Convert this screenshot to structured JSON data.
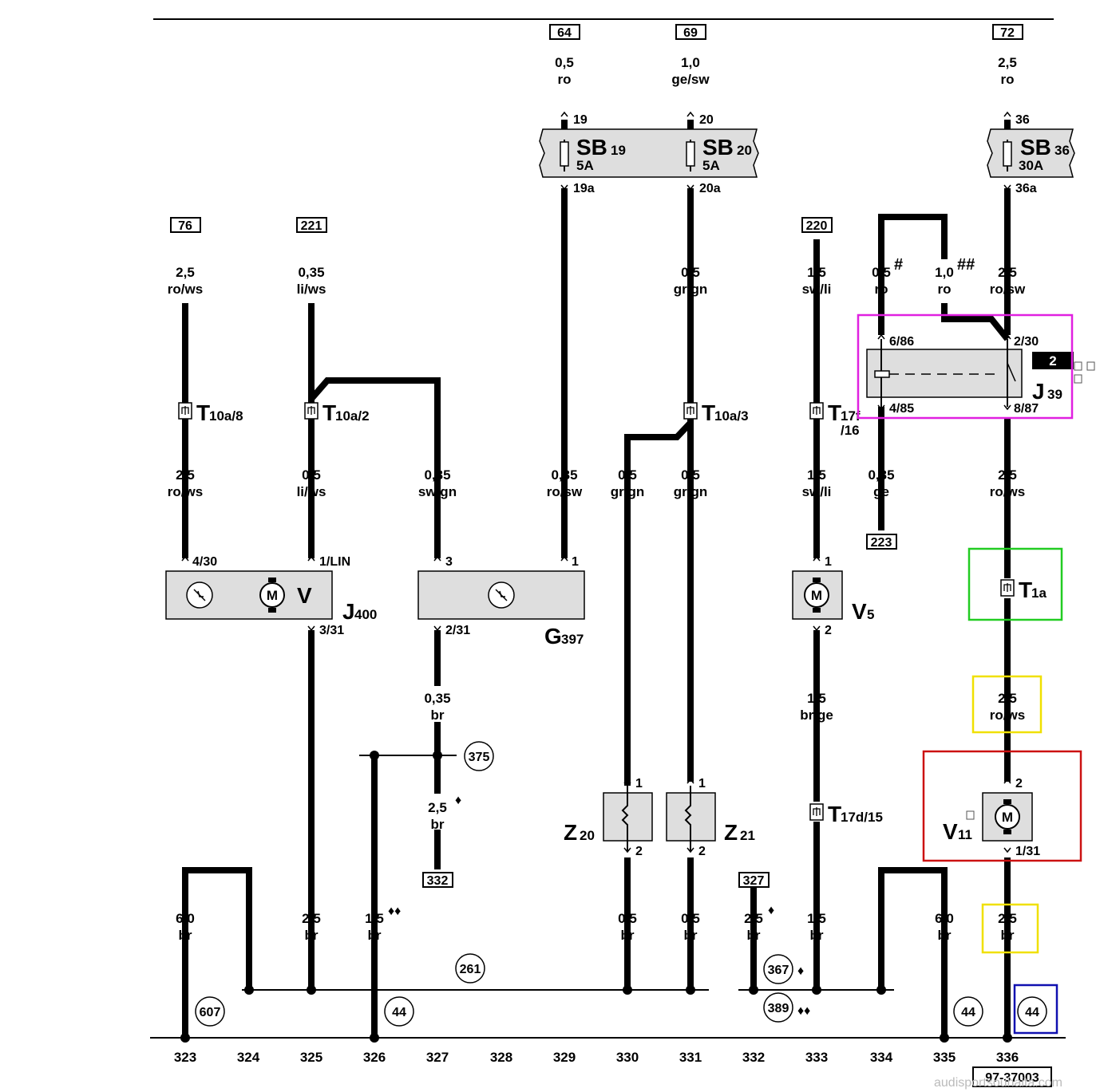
{
  "refs": {
    "r64": "64",
    "r69": "69",
    "r72": "72",
    "r76": "76",
    "r221": "221",
    "r220": "220",
    "r223": "223",
    "r332": "332",
    "r327": "327"
  },
  "wires": {
    "w64": [
      "0,5",
      "ro"
    ],
    "w69": [
      "1,0",
      "ge/sw"
    ],
    "w72": [
      "2,5",
      "ro"
    ],
    "w76": [
      "2,5",
      "ro/ws"
    ],
    "w221": [
      "0,35",
      "li/ws"
    ],
    "w329b": [
      "0,5",
      "gr/gn"
    ],
    "w220": [
      "1,5",
      "sw/li"
    ],
    "w_hash": [
      "0,5",
      "ro"
    ],
    "w_dhash": [
      "1,0",
      "ro"
    ],
    "w336a": [
      "2,5",
      "ro/sw"
    ],
    "w323b": [
      "2,5",
      "ro/ws"
    ],
    "w325b": [
      "0,5",
      "li/ws"
    ],
    "w327a": [
      "0,35",
      "sw/gn"
    ],
    "w329c": [
      "0,35",
      "ro/sw"
    ],
    "w330a": [
      "0,5",
      "gr/gn"
    ],
    "w331a": [
      "0,5",
      "gr/gn"
    ],
    "w333b": [
      "1,5",
      "sw/li"
    ],
    "w334c": [
      "0,35",
      "ge"
    ],
    "w336b": [
      "2,5",
      "ro/ws"
    ],
    "w327c": [
      "0,35",
      "br"
    ],
    "w333c": [
      "1,5",
      "br/ge"
    ],
    "w336c": [
      "2,5",
      "ro/ws"
    ],
    "w327d": [
      "2,5",
      "br"
    ],
    "w323g": [
      "6,0",
      "br"
    ],
    "w325g": [
      "2,5",
      "br"
    ],
    "w326g": [
      "1,5",
      "br"
    ],
    "w330g": [
      "0,5",
      "br"
    ],
    "w331g": [
      "0,5",
      "br"
    ],
    "w332g": [
      "2,5",
      "br"
    ],
    "w333g": [
      "1,5",
      "br"
    ],
    "w335g": [
      "6,0",
      "br"
    ],
    "w336g": [
      "2,5",
      "br"
    ]
  },
  "marks": {
    "hash": "#",
    "dhash": "##",
    "diamond": "♦",
    "diamond2": "♦♦"
  },
  "fuses": {
    "sb19": {
      "main": "SB",
      "sub": "19",
      "rating": "5A",
      "in": "19",
      "out": "19a"
    },
    "sb20": {
      "main": "SB",
      "sub": "20",
      "rating": "5A",
      "in": "20",
      "out": "20a"
    },
    "sb36": {
      "main": "SB",
      "sub": "36",
      "rating": "30A",
      "in": "36",
      "out": "36a"
    }
  },
  "connectors": {
    "t10a8": {
      "main": "T",
      "sub": "10a/8"
    },
    "t10a2": {
      "main": "T",
      "sub": "10a/2"
    },
    "t10a3": {
      "main": "T",
      "sub": "10a/3"
    },
    "t17f": {
      "main": "T",
      "sub": "17f",
      "sub2": "/16"
    },
    "t17d": {
      "main": "T",
      "sub": "17d/15"
    },
    "t1a": {
      "main": "T",
      "sub": "1a"
    }
  },
  "pins": {
    "j400_430": "4/30",
    "j400_1lin": "1/LIN",
    "j400_331": "3/31",
    "g397_3": "3",
    "g397_1": "1",
    "g397_231": "2/31",
    "v5_1": "1",
    "v5_2": "2",
    "j39_686": "6/86",
    "j39_230": "2/30",
    "j39_485": "4/85",
    "j39_887": "8/87",
    "z20_1": "1",
    "z20_2": "2",
    "z21_1": "1",
    "z21_2": "2",
    "v11_2": "2",
    "v11_131": "1/31"
  },
  "components": {
    "j400": {
      "main": "J",
      "sub": "400"
    },
    "v_motor": "V",
    "g397": {
      "main": "G",
      "sub": "397"
    },
    "v5": {
      "main": "V",
      "sub": "5"
    },
    "j39": {
      "main": "J",
      "sub": "39",
      "badge": "2"
    },
    "z20": {
      "main": "Z",
      "sub": "20"
    },
    "z21": {
      "main": "Z",
      "sub": "21"
    },
    "v11": {
      "main": "V",
      "sub": "11"
    },
    "motor_glyph": "M"
  },
  "grounds": {
    "g375": "375",
    "g261": "261",
    "g367": "367",
    "g389": "389",
    "g607": "607",
    "g44a": "44",
    "g44b": "44",
    "g44c": "44"
  },
  "columns": [
    "323",
    "324",
    "325",
    "326",
    "327",
    "328",
    "329",
    "330",
    "331",
    "332",
    "333",
    "334",
    "335",
    "336"
  ],
  "doc_id": "97-37003",
  "watermark": "audisportsouhaita.com",
  "highlight_colors": {
    "magenta": "#e020e0",
    "green": "#22cc22",
    "yellow": "#f0e000",
    "red": "#cc1111",
    "blue": "#1010b0"
  }
}
